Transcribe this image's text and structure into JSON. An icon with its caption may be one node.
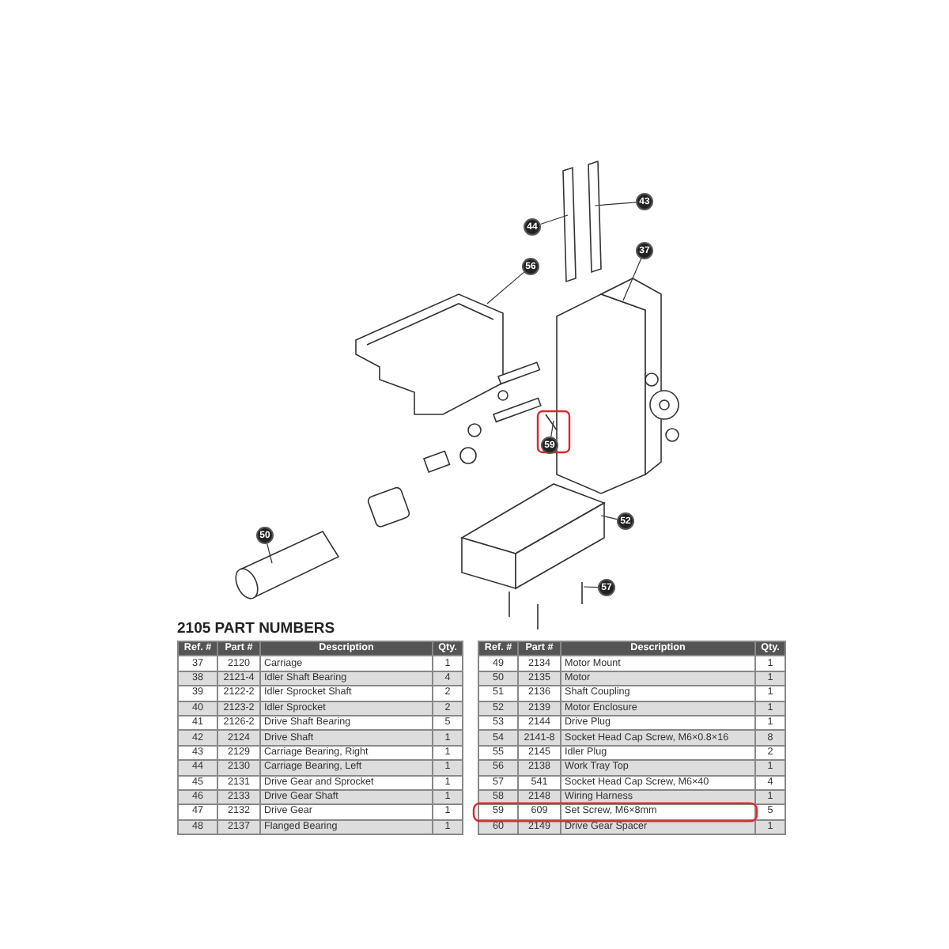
{
  "diagram": {
    "title": "2105 PART NUMBERS",
    "nodes": [
      {
        "text": [
          "44"
        ]
      },
      {
        "text": [
          "43"
        ]
      },
      {
        "text": [
          "56"
        ]
      },
      {
        "text": [
          "37"
        ]
      },
      {
        "text": [
          "59"
        ]
      },
      {
        "text": [
          "50"
        ]
      },
      {
        "text": [
          "52"
        ]
      },
      {
        "text": [
          "57"
        ]
      }
    ],
    "edges": [
      {
        "from": 0,
        "to": null,
        "arrow": "none"
      },
      {
        "from": 1,
        "to": null,
        "arrow": "none"
      },
      {
        "from": 2,
        "to": null,
        "arrow": "none"
      },
      {
        "from": 3,
        "to": null,
        "arrow": "none"
      },
      {
        "from": 4,
        "to": null,
        "arrow": "none"
      },
      {
        "from": 5,
        "to": null,
        "arrow": "none"
      },
      {
        "from": 6,
        "to": null,
        "arrow": "none"
      },
      {
        "from": 7,
        "to": null,
        "arrow": "none"
      }
    ],
    "labels": [
      "Ref. #",
      "Part #",
      "Description",
      "Qty.",
      "37",
      "2120",
      "Carriage",
      "1",
      "38",
      "2121-4",
      "Idler Shaft Bearing",
      "4",
      "39",
      "2122-2",
      "Idler Sprocket Shaft",
      "2",
      "40",
      "2123-2",
      "Idler Sprocket",
      "2",
      "41",
      "2126-2",
      "Drive Shaft Bearing",
      "5",
      "42",
      "2124",
      "Drive Shaft",
      "1",
      "43",
      "2129",
      "Carriage Bearing, Right",
      "1",
      "44",
      "2130",
      "Carriage Bearing, Left",
      "1",
      "45",
      "2131",
      "Drive Gear and Sprocket",
      "1",
      "46",
      "2133",
      "Drive Gear Shaft",
      "1",
      "47",
      "2132",
      "Drive Gear",
      "1",
      "48",
      "2137",
      "Flanged Bearing",
      "1",
      "Ref. #",
      "Part #",
      "Description",
      "Qty.",
      "49",
      "2134",
      "Motor Mount",
      "1",
      "50",
      "2135",
      "Motor",
      "1",
      "51",
      "2136",
      "Shaft Coupling",
      "1",
      "52",
      "2139",
      "Motor Enclosure",
      "1",
      "53",
      "2144",
      "Drive Plug",
      "1",
      "54",
      "2141-8",
      "Socket Head Cap Screw, M6×0.8×16",
      "8",
      "55",
      "2145",
      "Idler Plug",
      "2",
      "56",
      "2138",
      "Work Tray Top",
      "1",
      "57",
      "541",
      "Socket Head Cap Screw, M6×40",
      "4",
      "58",
      "2148",
      "Wiring Harness",
      "1",
      "59",
      "609",
      "Set Screw, M6×8mm",
      "5",
      "60",
      "2149",
      "Drive Gear Spacer",
      "1"
    ]
  }
}
